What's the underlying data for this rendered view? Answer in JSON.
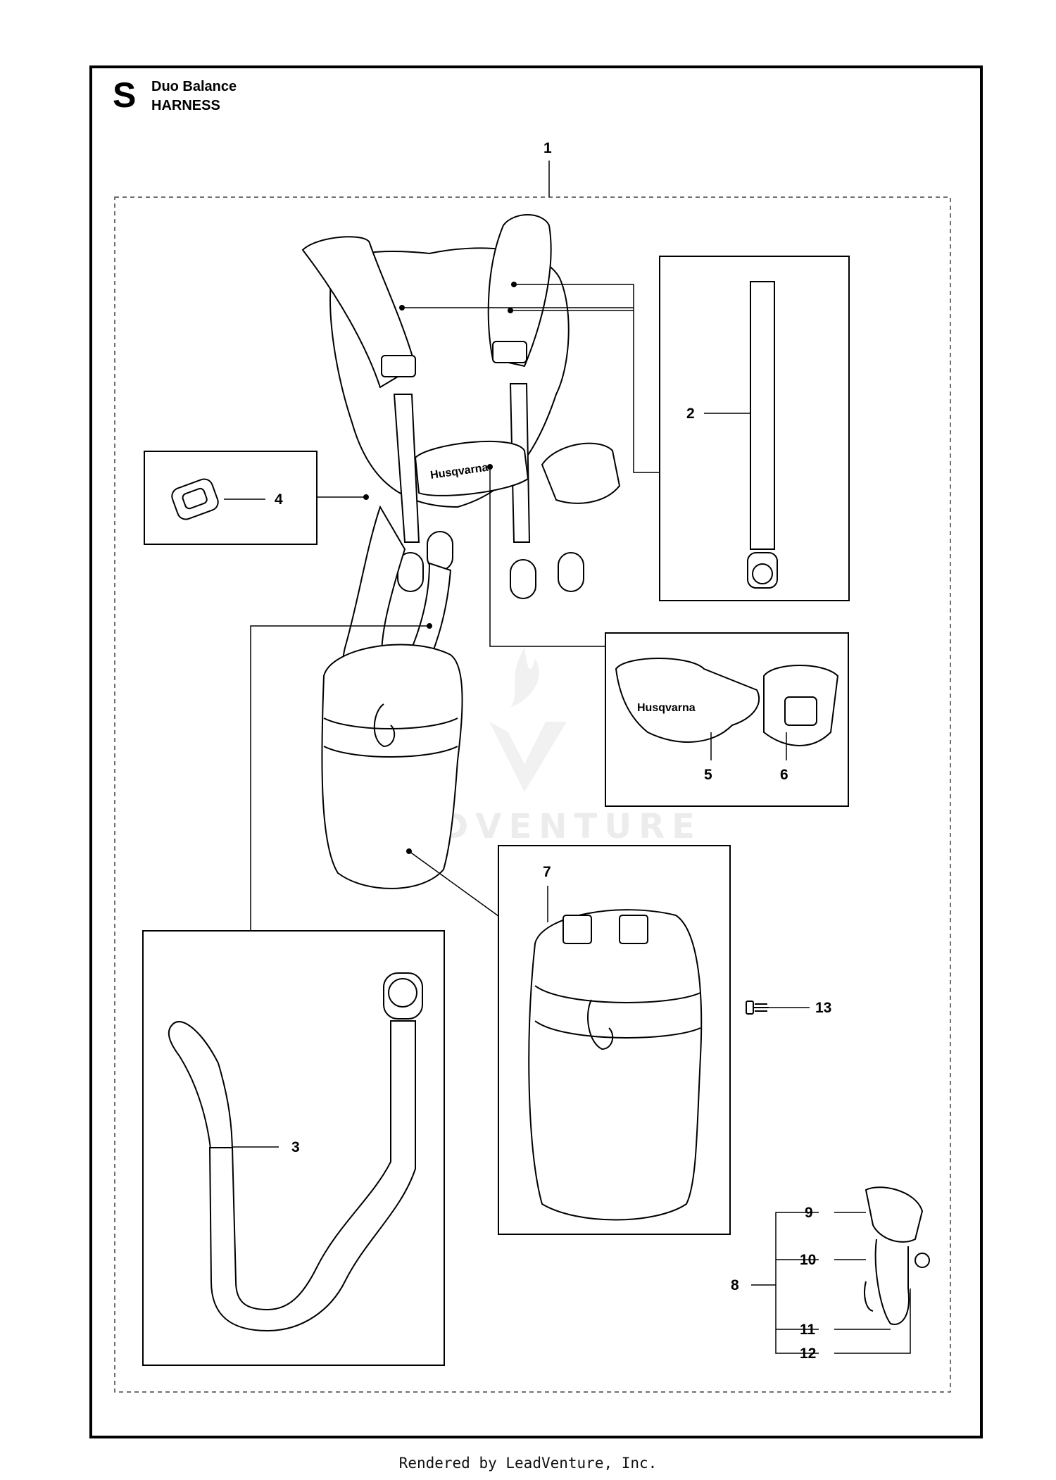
{
  "header": {
    "section_letter": "S",
    "model": "Duo Balance",
    "title": "HARNESS"
  },
  "brand_print": "Husqvarna",
  "watermark": "LEADVENTURE",
  "footer": "Rendered by LeadVenture, Inc.",
  "callouts": [
    {
      "number": "1"
    },
    {
      "number": "2"
    },
    {
      "number": "3"
    },
    {
      "number": "4"
    },
    {
      "number": "5"
    },
    {
      "number": "6"
    },
    {
      "number": "7"
    },
    {
      "number": "8"
    },
    {
      "number": "9"
    },
    {
      "number": "10"
    },
    {
      "number": "11"
    },
    {
      "number": "12"
    },
    {
      "number": "13"
    }
  ]
}
